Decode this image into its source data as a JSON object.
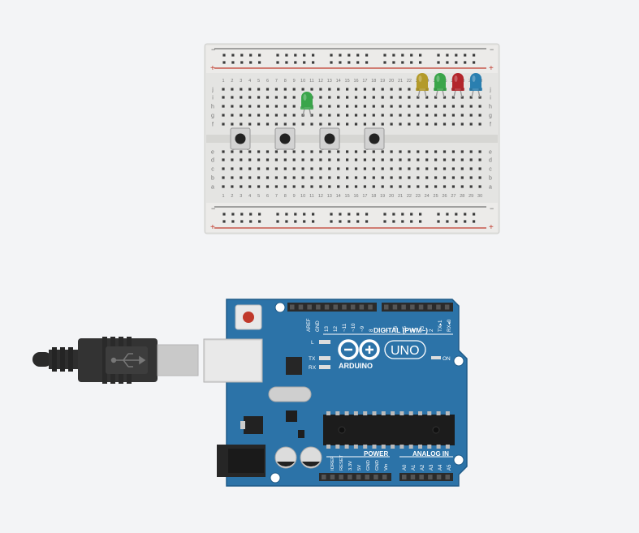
{
  "breadboard": {
    "rail_minus": "−",
    "rail_plus": "+",
    "top_rows": [
      "j",
      "i",
      "h",
      "g",
      "f"
    ],
    "bottom_rows": [
      "e",
      "d",
      "c",
      "b",
      "a"
    ],
    "columns": [
      "1",
      "2",
      "3",
      "4",
      "5",
      "6",
      "7",
      "8",
      "9",
      "10",
      "11",
      "12",
      "13",
      "14",
      "15",
      "16",
      "17",
      "18",
      "19",
      "20",
      "21",
      "22",
      "23",
      "24",
      "25",
      "26",
      "27",
      "28",
      "29",
      "30"
    ]
  },
  "leds": [
    {
      "name": "led-green-single",
      "color": "#3aa54a"
    },
    {
      "name": "led-yellow",
      "color": "#b39a2a"
    },
    {
      "name": "led-green",
      "color": "#3aa54a"
    },
    {
      "name": "led-red",
      "color": "#b3262c"
    },
    {
      "name": "led-blue",
      "color": "#2a7fb0"
    }
  ],
  "buttons_count": 4,
  "arduino": {
    "brand": "ARDUINO",
    "model": "UNO",
    "digital_label": "DIGITAL (PWM~)",
    "power_label": "POWER",
    "analog_label": "ANALOG IN",
    "on_label": "ON",
    "led_labels": [
      "L",
      "TX",
      "RX"
    ],
    "digital_pins": [
      "AREF",
      "GND",
      "13",
      "12",
      "~11",
      "~10",
      "~9",
      "8",
      "7",
      "~6",
      "~5",
      "4",
      "~3",
      "2",
      "TX▸1",
      "RX◂0"
    ],
    "power_pins": [
      "IOREF",
      "RESET",
      "3.3V",
      "5V",
      "GND",
      "GND",
      "Vin"
    ],
    "analog_pins": [
      "A0",
      "A1",
      "A2",
      "A3",
      "A4",
      "A5"
    ]
  },
  "colors": {
    "board_blue": "#2c73a8",
    "board_edge": "#1f5b88",
    "red_rail": "#c0392b",
    "breadboard_bg": "#e6e6e4",
    "hole": "#3b3b3b"
  }
}
